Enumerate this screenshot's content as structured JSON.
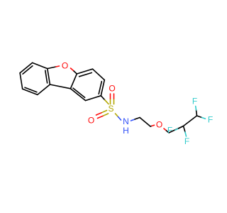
{
  "molecule": {
    "atom_labels": {
      "ring_oxygen": "O",
      "sulfur": "S",
      "sulfonyl_oxygen_top": "O",
      "sulfonyl_oxygen_bottom": "O",
      "nitrogen": "N",
      "nitrogen_hydrogen": "H",
      "ether_oxygen": "O",
      "fluorine_1": "F",
      "fluorine_2": "F",
      "fluorine_3": "F",
      "fluorine_4": "F"
    },
    "colors": {
      "carbon_bond": "#000000",
      "oxygen": "#ff0d0d",
      "sulfur": "#b2a600",
      "nitrogen": "#3050f8",
      "fluorine": "#33cccc"
    }
  }
}
